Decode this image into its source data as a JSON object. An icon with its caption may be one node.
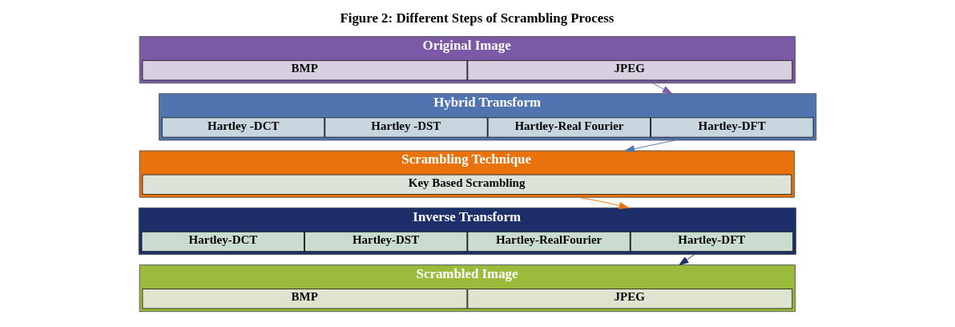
{
  "diagram": {
    "title": "Figure 2: Different Steps of Scrambling Process",
    "nodes": [
      {
        "text": [
          "Original Image"
        ]
      },
      {
        "text": [
          "BMP"
        ],
        "in": 0
      },
      {
        "text": [
          "JPEG"
        ],
        "in": 0
      },
      {
        "text": [
          "Hybrid Transform"
        ]
      },
      {
        "text": [
          "Hartley -DCT"
        ],
        "in": 3
      },
      {
        "text": [
          "Hartley -DST"
        ],
        "in": 3
      },
      {
        "text": [
          "Hartley-Real Fourier"
        ],
        "in": 3
      },
      {
        "text": [
          "Hartley-DFT"
        ],
        "in": 3
      },
      {
        "text": [
          "Scrambling Technique"
        ]
      },
      {
        "text": [
          "Key Based Scrambling"
        ],
        "in": 8
      },
      {
        "text": [
          "Inverse Transform"
        ]
      },
      {
        "text": [
          "Hartley-DCT"
        ],
        "in": 10
      },
      {
        "text": [
          "Hartley-DST"
        ],
        "in": 10
      },
      {
        "text": [
          "Hartley-RealFourier"
        ],
        "in": 10
      },
      {
        "text": [
          "Hartley-DFT"
        ],
        "in": 10
      },
      {
        "text": [
          "Scrambled Image"
        ]
      },
      {
        "text": [
          "BMP"
        ],
        "in": 15
      },
      {
        "text": [
          "JPEG"
        ],
        "in": 15
      }
    ],
    "edges": [
      {
        "from": 0,
        "to": 3,
        "arrow": "to",
        "color": "#7b59a6"
      },
      {
        "from": 3,
        "to": 8,
        "arrow": "to",
        "color": "#4f74b0"
      },
      {
        "from": 8,
        "to": 10,
        "arrow": "to",
        "color": "#e8720c"
      },
      {
        "from": 10,
        "to": 15,
        "arrow": "to",
        "color": "#1c2f6b"
      }
    ]
  }
}
